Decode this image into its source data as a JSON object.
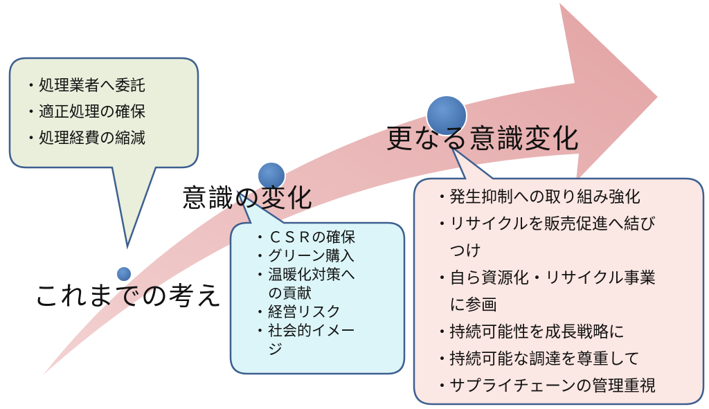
{
  "stages": [
    {
      "label": "これまでの考え"
    },
    {
      "label": "意識の変化"
    },
    {
      "label": "更なる意識変化"
    }
  ],
  "bubbles": [
    {
      "items": [
        "処理業者へ委託",
        "適正処理の確保",
        "処理経費の縮減"
      ]
    },
    {
      "items": [
        {
          "line": "ＣＳＲの確保"
        },
        {
          "line": "グリーン購入"
        },
        {
          "line": "温暖化対策へ",
          "cont": "の貢献"
        },
        {
          "line": "経営リスク"
        },
        {
          "line": "社会的イメー",
          "cont": "ジ"
        }
      ]
    },
    {
      "items": [
        {
          "line": "発生抑制への取り組み強化"
        },
        {
          "line": "リサイクルを販売促進へ結び",
          "cont": "つけ"
        },
        {
          "line": "自ら資源化・リサイクル事業",
          "cont": "に参画"
        },
        {
          "line": "持続可能性を成長戦略に"
        },
        {
          "line": "持続可能な調達を尊重して"
        },
        {
          "line": "サプライチェーンの管理重視"
        }
      ]
    }
  ],
  "bullet": "・",
  "colors": {
    "arrow": "#e6a9a9",
    "dot": "#4a7ab9",
    "bubble_1_fill": "#eaefdc",
    "bubble_2_fill": "#dcf5f8",
    "bubble_3_fill": "#fbe7e3",
    "bubble_stroke": "#3d5f8f"
  }
}
